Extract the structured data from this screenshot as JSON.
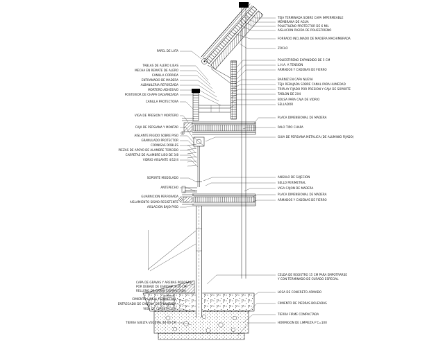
{
  "background": "#ffffff",
  "line_color": "#000000",
  "labels": {
    "right": [
      "TEJA TERMINADA SOBRE CAPA IMPERMEABLE",
      "MEMBRANA DE AGUA",
      "POLIETILENO PROTECTOR DE 6 MIL",
      "AISLACION RIGIDA DE POLIESTIRENO",
      "FORRADO INCLINADO DE MADERA MACHIMBRADA",
      "ZOCLO",
      "POLIESTIRENO EXPANDIDO DE 5 CM",
      "L.H.A. A TENSION",
      "ARMADOS Y CADENAS DE FIERRO",
      "BARNIZ EN CAPA NUEVA",
      "TEJA REBAJADA SOBRE CANAL PARA HUMEDAD",
      "TRIPLAY FIJADO POR PRESION Y CAJA DE SOPORTE",
      "TABLON DE 2X4",
      "BOLSA PARA CAJA DE VIDRIO",
      "SELLADOR",
      "PLACA DIMENSIONAL DE MADERA",
      "PALO TIPO CHAPA",
      "GUIA DE PERSIANA METALICA (DE ALUMINIO FIJADO)",
      "ANGULO DE SUJECION",
      "SELLO PERIMETRAL",
      "VIGA CAJON DE MADERA",
      "PLACA DIMENSIONAL DE MADERA",
      "ARMADOS Y CADENAS DE FIERRO",
      "CELDA DE REGISTRO 15 CM PARA EMPOTRARSE",
      "Y CON TERMINADO DE CURADO ESPECIAL",
      "LOSA DE CONCRETO ARMADO",
      "CIMIENTO DE PIEDRAS BOLEADAS",
      "TIERRA FIRME COMPACTADA",
      "HORMIGON DE LIMPIEZA F'C=100"
    ],
    "left": [
      "PAPEL DE LATA",
      "TABLAS DE ALERO LISAS",
      "MECHA EN REMATE DE ALERO",
      "CANILLA CORRIDA",
      "ENTRAMADO DE MADERA",
      "ALBANILERIA REFORZADA",
      "MORTERO ADHESIVO",
      "POSTERIOR DE CHAPA GALVANIZADA",
      "CANILLA PROTECTORA",
      "VIGA DE PRESION Y MORTERO",
      "CAJA DE PERSIANA Y MONTAR",
      "AISLANTE RIGIDO SOBRE PISO",
      "GRANULADO PROTECTOR",
      "CORNISAS DOBLES",
      "PIEZAS DE APOYO DE ALAMBRE TORCIDO",
      "CARPETAS DE ALAMBRE LISO DE 3/8",
      "VIDRIO AISLANTE 4/12/4",
      "SOPORTE MODELADO",
      "ANTEPECHO",
      "GUARNICION PERFORADA",
      "AISLAMIENTO SISMO RESISTENTE",
      "AISLACION BAJO PISO"
    ],
    "bottom_left": [
      "CAPA DE GRAVAS Y ARENAS POROSAS",
      "POR DEBAJO DE ESPESOR 8-10 CM",
      "RELLENO DE GRAVA COMPACTADA",
      "CIMIENTO LINEAL PERIMETRAL",
      "ENTREGADO DE CADENA DESPLANTADA",
      "VIGA DE CIMENTACION",
      "TIERRA SUELTA VEGETAL 40-50 CM"
    ]
  }
}
